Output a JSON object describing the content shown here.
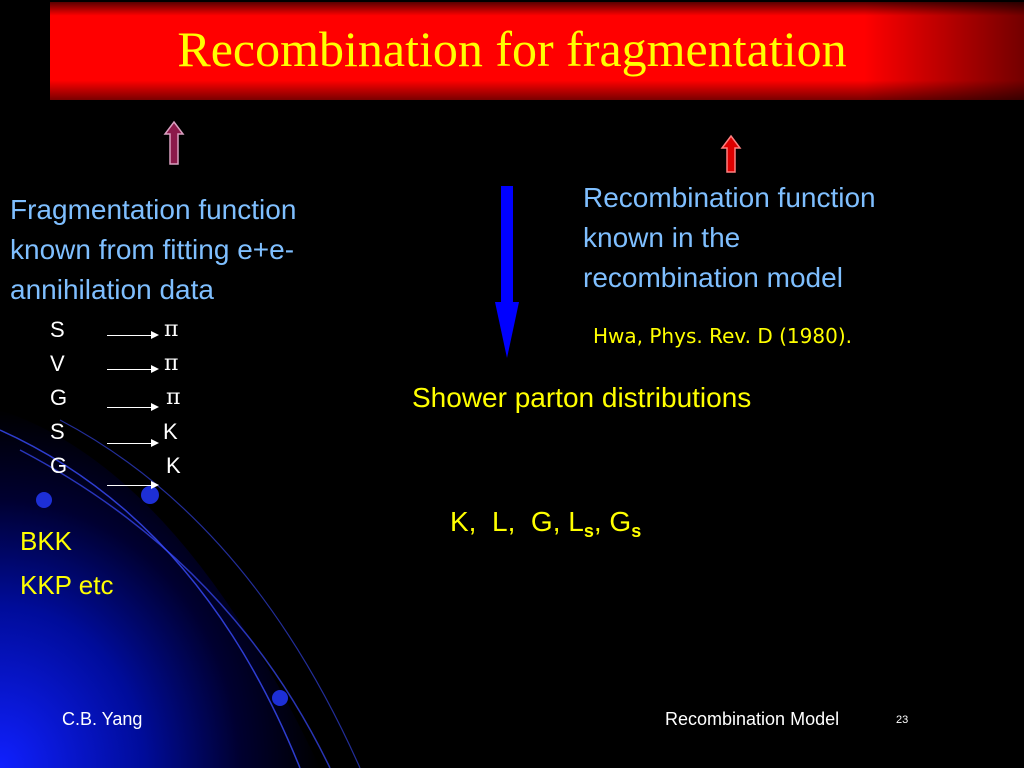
{
  "slide": {
    "title": "Recombination for fragmentation",
    "left_text": [
      "Fragmentation function",
      "known from fitting e+e-",
      "annihilation data"
    ],
    "right_text": [
      "Recombination function",
      "known in the",
      "recombination model"
    ],
    "reference": "Hwa, Phys. Rev. D (1980).",
    "shower": "Shower parton distributions",
    "mapping": [
      {
        "src": "S",
        "dst": "π"
      },
      {
        "src": "V",
        "dst": "π"
      },
      {
        "src": "G",
        "dst": "π"
      },
      {
        "src": "S",
        "dst": "K"
      },
      {
        "src": "G",
        "dst": "K"
      }
    ],
    "bkk": "BKK",
    "kkp": "KKP etc",
    "particles": {
      "base": "K,  L,  G, L",
      "sub1": "s",
      "mid": ", G",
      "sub2": "s"
    },
    "author": "C.B. Yang",
    "footer_title": "Recombination Model",
    "page_number": "23"
  },
  "colors": {
    "title": "#ffff00",
    "accent_blue": "#7fbfff",
    "title_bar": "#ff0000",
    "arrow_blue": "#0000ff"
  }
}
